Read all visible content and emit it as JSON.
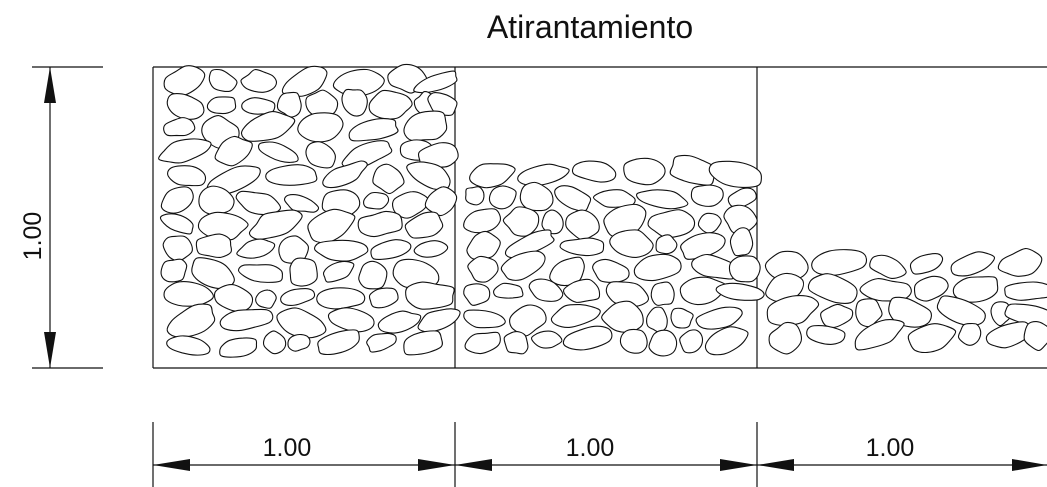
{
  "title": "Atirantamiento",
  "dimensions": {
    "height_label": "1.00",
    "widths": [
      "1.00",
      "1.00",
      "1.00"
    ]
  },
  "colors": {
    "line": "#111111",
    "background": "#ffffff"
  }
}
